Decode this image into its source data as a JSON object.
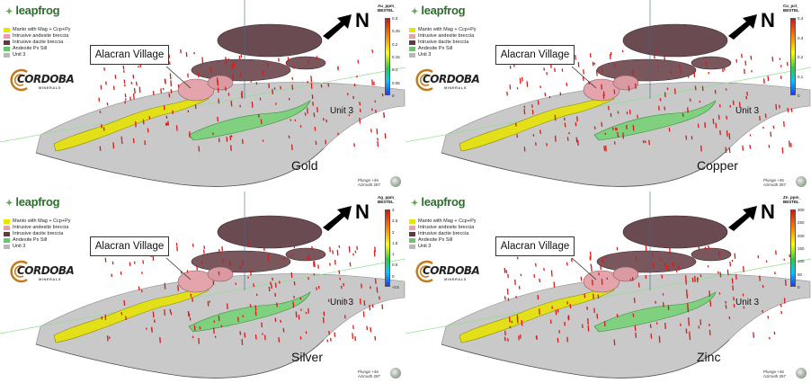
{
  "legend_items": [
    {
      "label": "Manto with Mag + Ccp+Py",
      "color": "#e6e600"
    },
    {
      "label": "Intrusive andesite breccia",
      "color": "#e8a0a8"
    },
    {
      "label": "Intrusive dacite breccia",
      "color": "#5c3a40"
    },
    {
      "label": "Andesite Px Sill",
      "color": "#6cc46c"
    },
    {
      "label": "Unit 3",
      "color": "#b8b8b8"
    }
  ],
  "brand": "leapfrog",
  "company": "CORDOBA",
  "company_sub": "MINERALS",
  "callout": "Alacran Village",
  "north_label": "N",
  "unit_label": "Unit 3",
  "compass": {
    "plunge": "Plunge +46",
    "azimuth": "Azimuth 287"
  },
  "panels": [
    {
      "metal": "Gold",
      "colorbar_title": [
        "Au_ppm_",
        "BESTEL"
      ],
      "ticks": [
        "0.3",
        "0.25",
        "0.2",
        "0.15",
        "0.1",
        "0.05",
        "0"
      ]
    },
    {
      "metal": "Copper",
      "colorbar_title": [
        "Cu_pct_",
        "BESTEL"
      ],
      "ticks": [
        "0.4",
        "0.3",
        "0.2",
        "0.1",
        "0"
      ]
    },
    {
      "metal": "Silver",
      "colorbar_title": [
        "Ag_ppm_",
        "BESTEL"
      ],
      "ticks": [
        "3",
        "2.5",
        "2",
        "1.5",
        "1",
        "0.5",
        "0",
        "-0.5"
      ]
    },
    {
      "metal": "Zinc",
      "colorbar_title": [
        "Zn_ppm_",
        "BESTEL"
      ],
      "ticks": [
        "300",
        "250",
        "200",
        "150",
        "100",
        "50",
        "0"
      ]
    }
  ]
}
